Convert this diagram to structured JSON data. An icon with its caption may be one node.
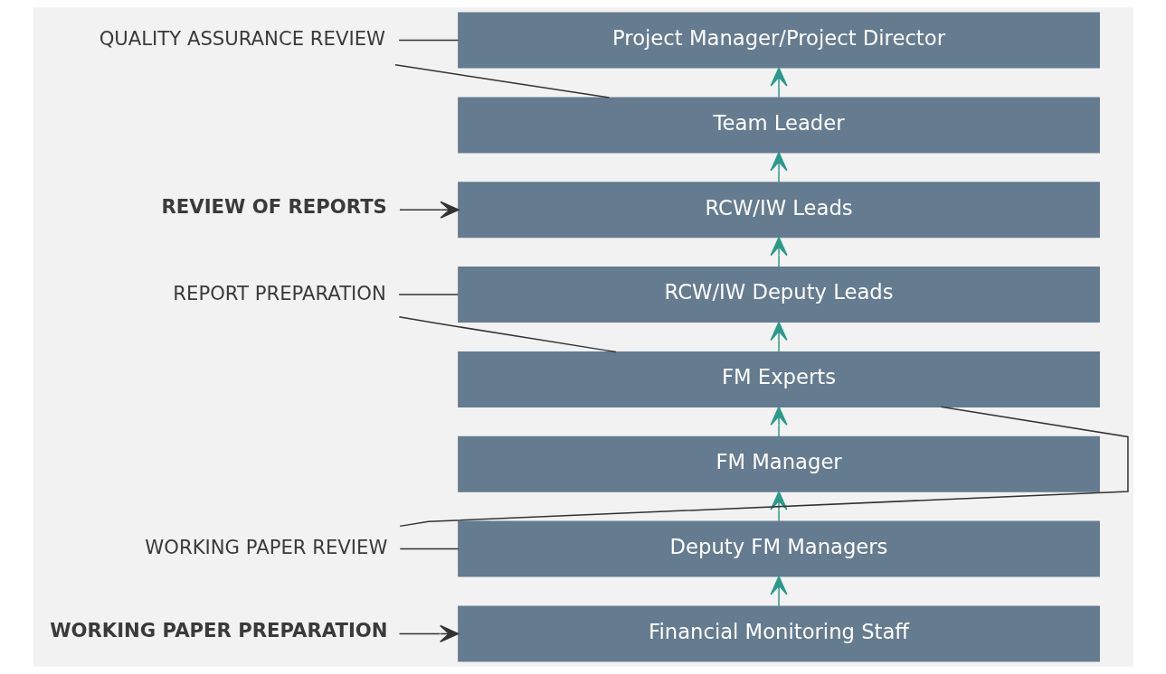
{
  "diagram": {
    "nodes": [
      {
        "text": [
          "Project Manager/Project Director"
        ]
      },
      {
        "text": [
          "Team Leader"
        ]
      },
      {
        "text": [
          "RCW/IW Leads"
        ]
      },
      {
        "text": [
          "RCW/IW Deputy Leads"
        ]
      },
      {
        "text": [
          "FM Experts"
        ]
      },
      {
        "text": [
          "FM Manager"
        ]
      },
      {
        "text": [
          "Deputy FM Managers"
        ]
      },
      {
        "text": [
          "Financial Monitoring Staff"
        ]
      },
      {
        "text": [
          "QUALITY ASSURANCE REVIEW"
        ]
      },
      {
        "text": [
          "REVIEW OF REPORTS"
        ]
      },
      {
        "text": [
          "REPORT PREPARATION"
        ]
      },
      {
        "text": [
          "WORKING PAPER REVIEW"
        ]
      },
      {
        "text": [
          "WORKING PAPER PREPARATION"
        ]
      }
    ],
    "edges": [
      {
        "from": 7,
        "to": 6,
        "arrow": "to",
        "color": "#2a9a8a"
      },
      {
        "from": 6,
        "to": 5,
        "arrow": "to",
        "color": "#2a9a8a"
      },
      {
        "from": 5,
        "to": 4,
        "arrow": "to",
        "color": "#2a9a8a"
      },
      {
        "from": 4,
        "to": 3,
        "arrow": "to",
        "color": "#2a9a8a"
      },
      {
        "from": 3,
        "to": 2,
        "arrow": "to",
        "color": "#2a9a8a"
      },
      {
        "from": 2,
        "to": 1,
        "arrow": "to",
        "color": "#2a9a8a"
      },
      {
        "from": 1,
        "to": 0,
        "arrow": "to",
        "color": "#2a9a8a"
      },
      {
        "from": 8,
        "to": 0,
        "arrow": "none"
      },
      {
        "from": 8,
        "to": 1,
        "arrow": "none"
      },
      {
        "from": 9,
        "to": 2,
        "arrow": "to"
      },
      {
        "from": 10,
        "to": 3,
        "arrow": "none"
      },
      {
        "from": 10,
        "to": 4,
        "arrow": "none"
      },
      {
        "from": 11,
        "to": 4,
        "arrow": "none"
      },
      {
        "from": 11,
        "to": 6,
        "arrow": "none"
      },
      {
        "from": 12,
        "to": 7,
        "arrow": "to"
      }
    ]
  }
}
